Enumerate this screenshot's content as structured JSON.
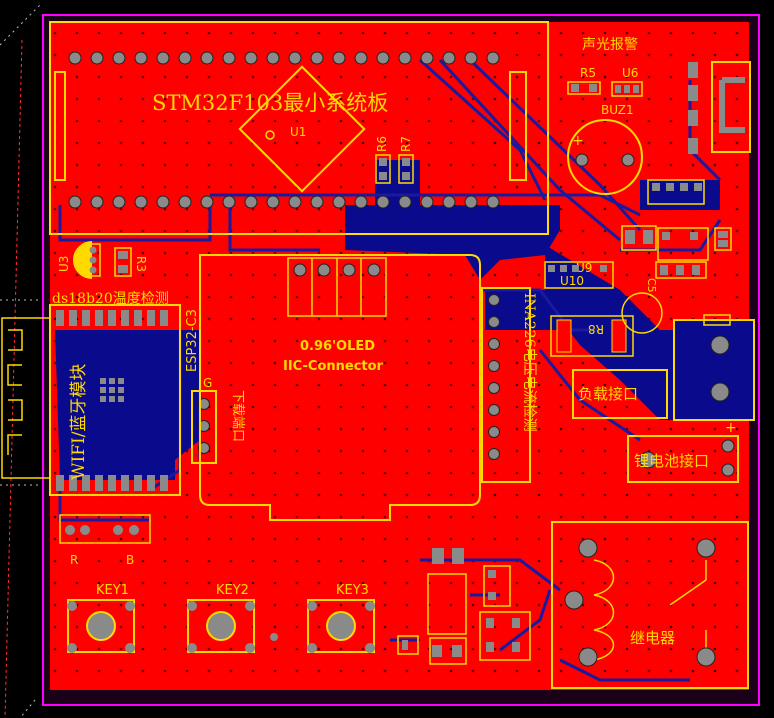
{
  "board": {
    "colors": {
      "copper_top": "#ff0000",
      "copper_bottom": "#0a0a8c",
      "silkscreen": "#ffd900",
      "pad": "#8a8a8a",
      "outline": "#ff00ff",
      "background": "#000000"
    }
  },
  "labels": {
    "mcu_title": "STM32F103最小系统板",
    "mcu_ref": "U1",
    "alarm_title": "声光报警",
    "r5": "R5",
    "u6": "U6",
    "buz1": "BUZ1",
    "r6": "R6",
    "r7": "R7",
    "u3": "U3",
    "r3": "R3",
    "ds18b20": "ds18b20温度检测",
    "esp32": "ESP32-C3",
    "esp32_g": "G",
    "download_port": "下载端口",
    "wifi_bt": "WIFI/蓝牙模块",
    "oled_line1": "0.96'OLED",
    "oled_line2": "IIC-Connector",
    "u9": "U9",
    "u10": "U10",
    "r8": "R8",
    "c5": "C5",
    "ina226": "INA226电压电流检测",
    "load_port": "负载接口",
    "battery_port": "锂电池接口",
    "relay": "继电器",
    "led_r": "R",
    "led_b": "B",
    "key1": "KEY1",
    "key2": "KEY2",
    "key3": "KEY3",
    "plus": "+"
  }
}
